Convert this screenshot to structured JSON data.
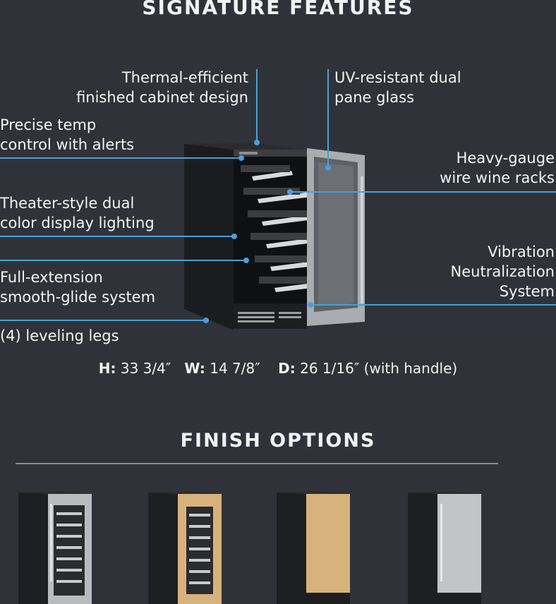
{
  "header": {
    "title": "SIGNATURE FEATURES"
  },
  "features": {
    "thermal_l1": "Thermal-efficient",
    "thermal_l2": "finished cabinet design",
    "uv_l1": "UV-resistant dual",
    "uv_l2": "pane glass",
    "precise_l1": "Precise temp",
    "precise_l2": "control with alerts",
    "heavy_l1": "Heavy-gauge",
    "heavy_l2": "wire wine racks",
    "theater_l1": "Theater-style dual",
    "theater_l2": "color display lighting",
    "vibration_l1": "Vibration",
    "vibration_l2": "Neutralization",
    "vibration_l3": "System",
    "fullext_l1": "Full-extension",
    "fullext_l2": "smooth-glide system",
    "legs": "(4) leveling legs"
  },
  "dimensions": {
    "h_label": "H:",
    "h_value": "33 3/4″",
    "w_label": "W:",
    "w_value": "14 7/8″",
    "d_label": "D:",
    "d_value": "26 1/16″ (with handle)"
  },
  "finish": {
    "title": "FINISH OPTIONS"
  },
  "colors": {
    "background": "#2f3339",
    "accent_line": "#4a9fd8",
    "cabinet": "#222326",
    "stainless": "#b9bcbf",
    "wood": "#d8b27c"
  }
}
